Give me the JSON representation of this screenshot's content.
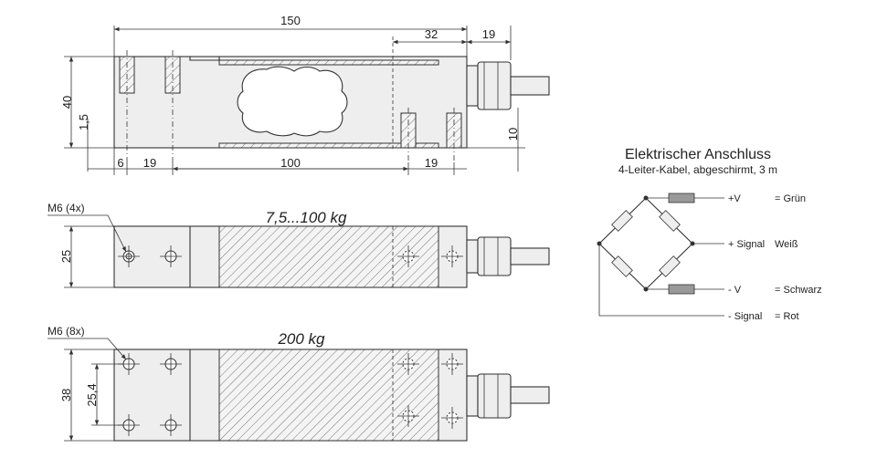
{
  "side_view": {
    "dims": {
      "overall_length": "150",
      "right_offset": "32",
      "connector_length": "19",
      "height": "40",
      "gap": "1,5",
      "right_height": "10",
      "bottom_6": "6",
      "bottom_19_left": "19",
      "bottom_100": "100",
      "bottom_19_right": "19"
    }
  },
  "top_view_small": {
    "capacity": "7,5...100 kg",
    "thread_label": "M6 (4x)",
    "width_dim": "25"
  },
  "top_view_large": {
    "capacity": "200 kg",
    "thread_label": "M6 (8x)",
    "width_dim": "38",
    "hole_spacing_dim": "25,4"
  },
  "wiring": {
    "title": "Elektrischer Anschluss",
    "subtitle": "4-Leiter-Kabel, abgeschirmt, 3 m",
    "rows": [
      {
        "signal": "+V",
        "color": "= Grün"
      },
      {
        "signal": "+ Signal",
        "color": "Weiß"
      },
      {
        "signal": "- V",
        "color": "= Schwarz"
      },
      {
        "signal": "- Signal",
        "color": "= Rot"
      }
    ]
  },
  "colors": {
    "line": "#333333",
    "body": "#eeeeee",
    "resistor": "#999999"
  }
}
